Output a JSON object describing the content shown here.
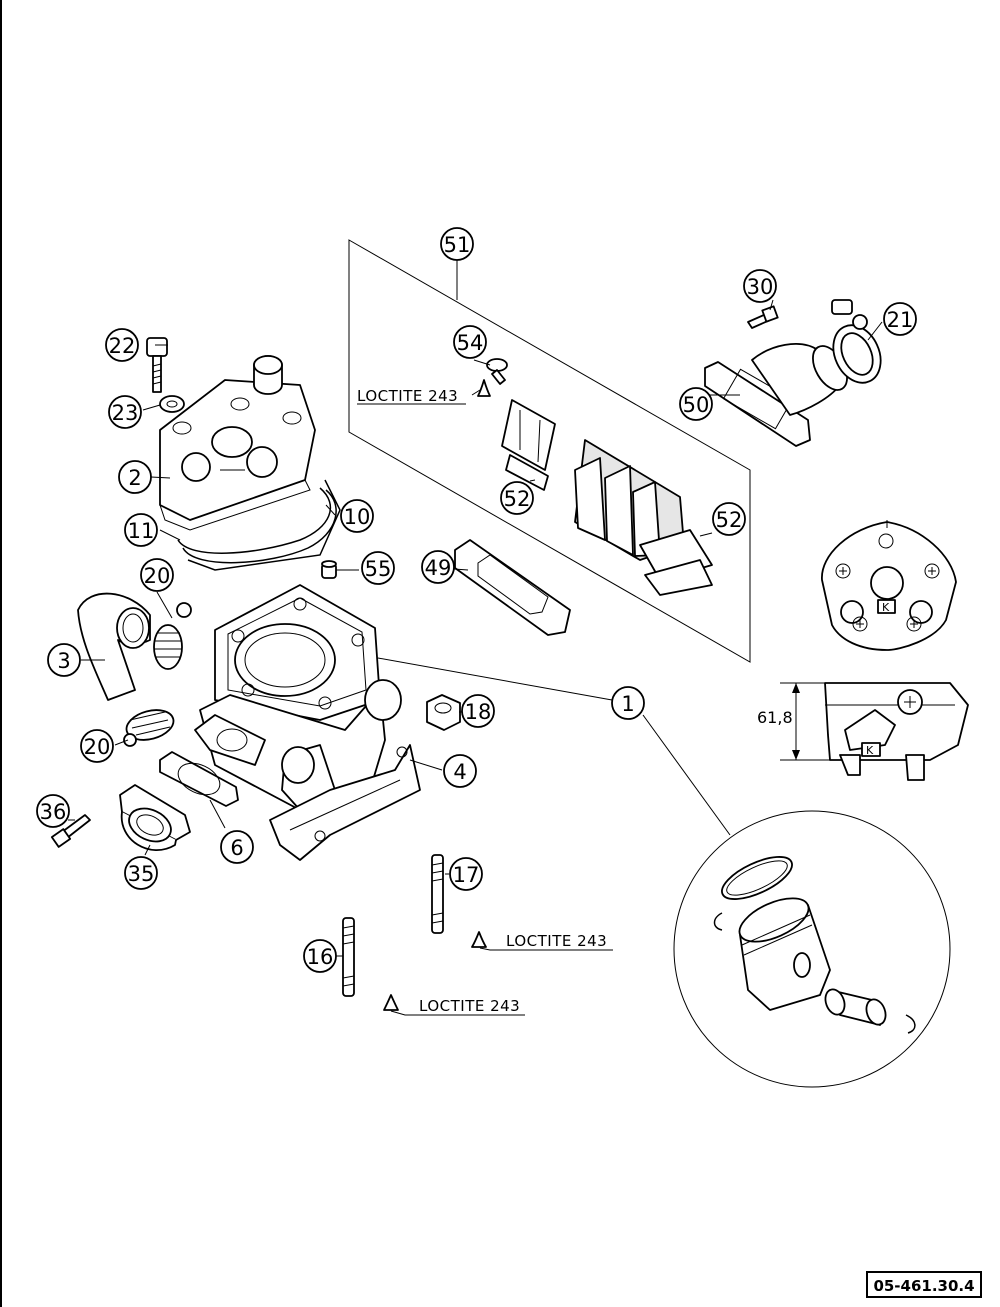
{
  "diagram": {
    "callouts": [
      {
        "id": "c51",
        "label": "51"
      },
      {
        "id": "c30",
        "label": "30"
      },
      {
        "id": "c21",
        "label": "21"
      },
      {
        "id": "c22",
        "label": "22"
      },
      {
        "id": "c54",
        "label": "54"
      },
      {
        "id": "c23",
        "label": "23"
      },
      {
        "id": "c50",
        "label": "50"
      },
      {
        "id": "c2",
        "label": "2"
      },
      {
        "id": "c52a",
        "label": "52"
      },
      {
        "id": "c10",
        "label": "10"
      },
      {
        "id": "c11",
        "label": "11"
      },
      {
        "id": "c52b",
        "label": "52"
      },
      {
        "id": "c20a",
        "label": "20"
      },
      {
        "id": "c55",
        "label": "55"
      },
      {
        "id": "c49",
        "label": "49"
      },
      {
        "id": "c3",
        "label": "3"
      },
      {
        "id": "c1",
        "label": "1"
      },
      {
        "id": "c18",
        "label": "18"
      },
      {
        "id": "c20b",
        "label": "20"
      },
      {
        "id": "c4",
        "label": "4"
      },
      {
        "id": "c36",
        "label": "36"
      },
      {
        "id": "c6",
        "label": "6"
      },
      {
        "id": "c35",
        "label": "35"
      },
      {
        "id": "c17",
        "label": "17"
      },
      {
        "id": "c16",
        "label": "16"
      }
    ],
    "notes": [
      "LOCTITE 243",
      "LOCTITE 243",
      "LOCTITE 243"
    ],
    "dimension": "61,8",
    "detail_mark": "K",
    "reference_number": "05-461.30.4"
  }
}
